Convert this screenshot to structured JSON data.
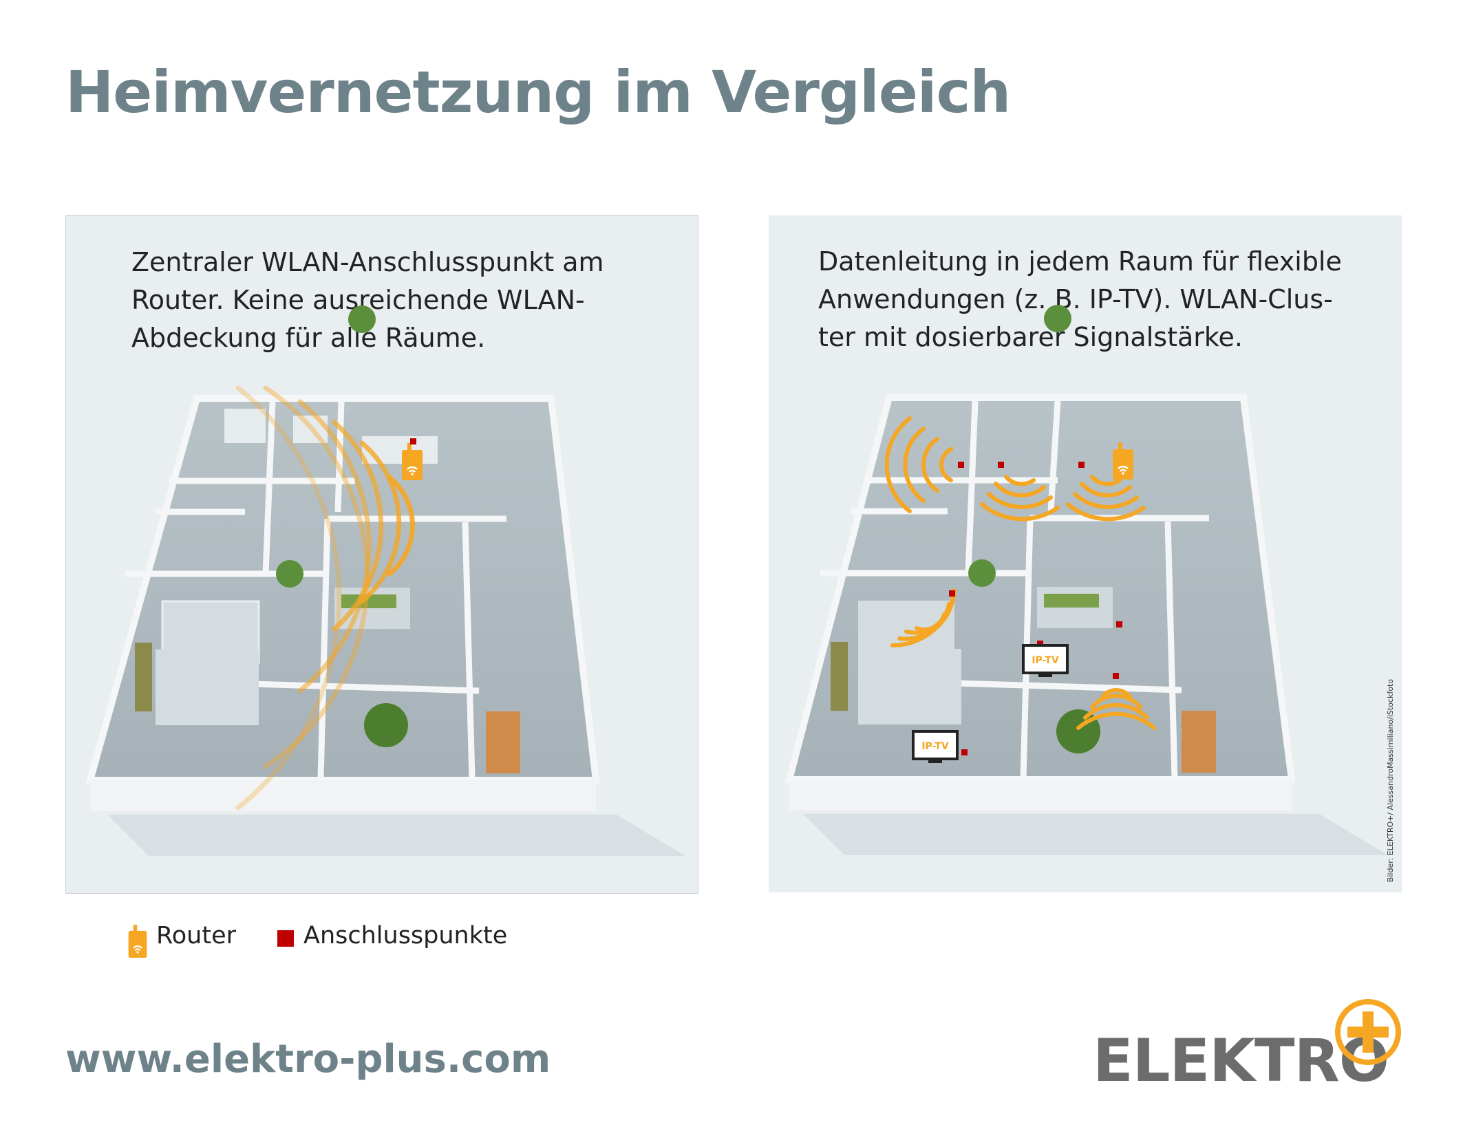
{
  "title": "Heimvernetzung im Vergleich",
  "panels": {
    "left": {
      "caption": "Zentraler WLAN-Anschlusspunkt am\nRouter. Keine ausreichende WLAN-\nAbdeckung für alle Räume."
    },
    "right": {
      "caption": "Datenleitung in jedem Raum für flexible\nAnwendungen (z. B. IP-TV). WLAN-Clus-\nter mit dosierbarer Signalstärke.",
      "tv_label_1": "IP-TV",
      "tv_label_2": "IP-TV",
      "credit": "Bilder: ELEKTRO+/ AlessandroMassimiliano/iStockfoto"
    }
  },
  "legend": {
    "router_label": "Router",
    "outlets_label": "Anschlusspunkte"
  },
  "footer": {
    "url": "www.elektro-plus.com",
    "logo_text": "ELEKTRO"
  },
  "colors": {
    "title": "#6e8289",
    "wifi": "#f5a623",
    "outlet": "#c00000",
    "logo_plus": "#f5a623",
    "logo_text": "#6c6c6c"
  },
  "icons": [
    "router-icon",
    "outlet-square-icon",
    "wifi-wave-icon",
    "tv-icon",
    "plus-icon"
  ]
}
